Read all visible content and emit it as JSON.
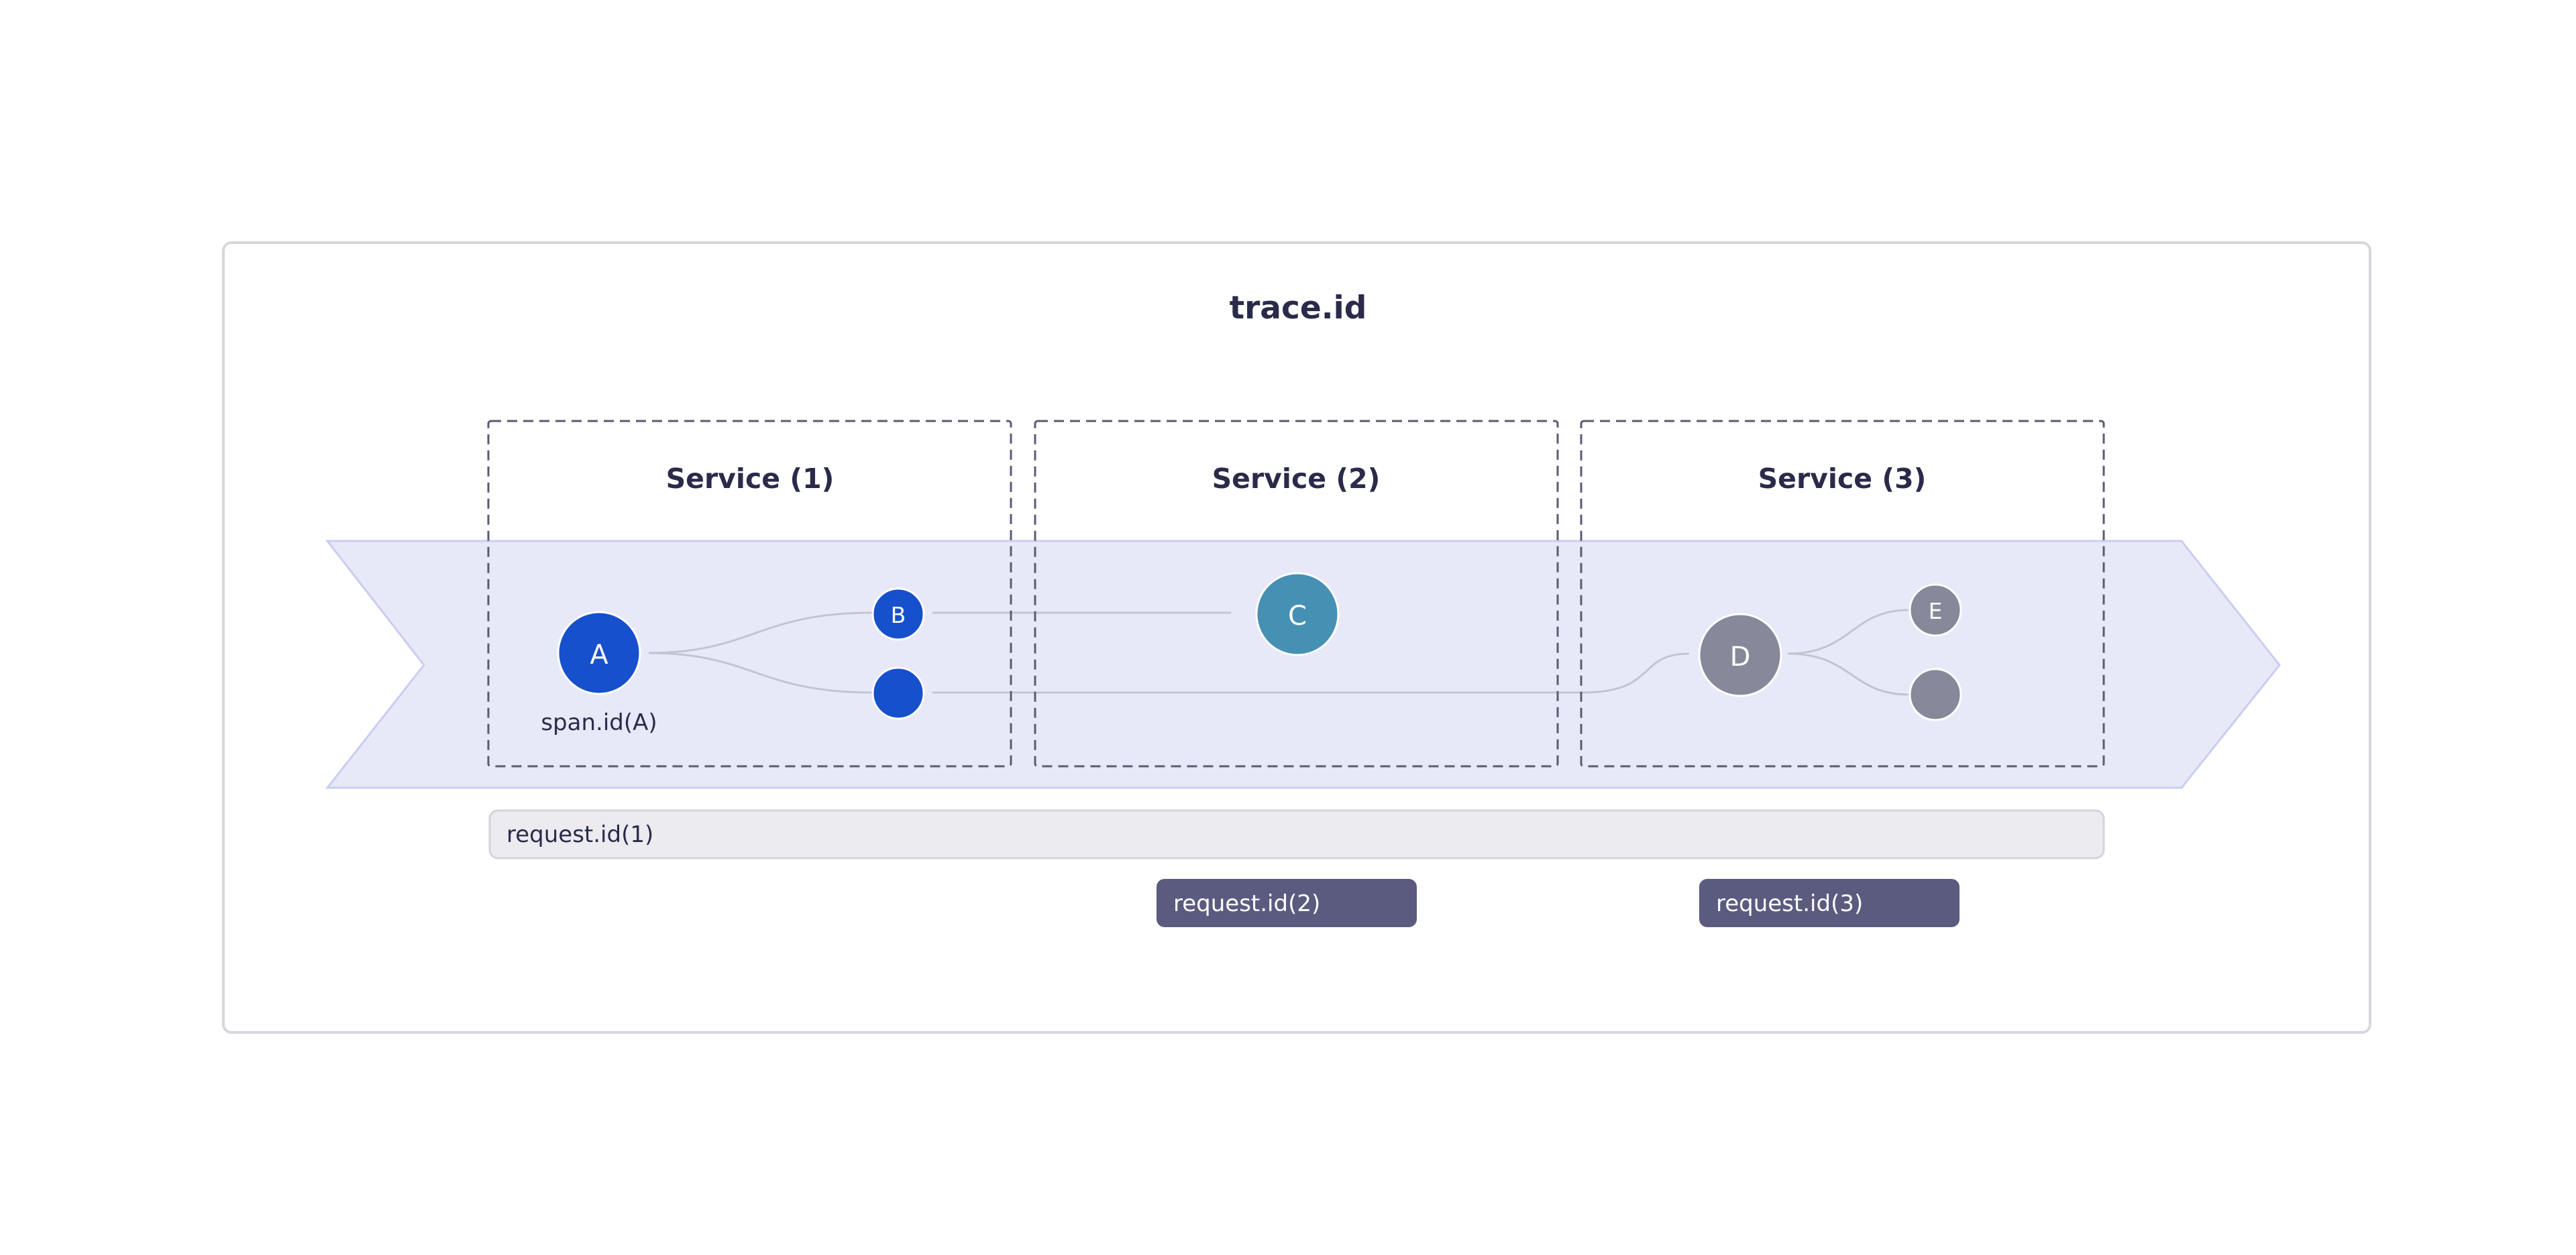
{
  "diagram": {
    "title": "trace.id",
    "services": [
      {
        "label": "Service (1)"
      },
      {
        "label": "Service (2)"
      },
      {
        "label": "Service (3)"
      }
    ],
    "nodes": {
      "a": {
        "label": "A",
        "color": "#1650cc"
      },
      "b": {
        "label": "B",
        "color": "#1650cc"
      },
      "b2": {
        "label": "",
        "color": "#1650cc"
      },
      "c": {
        "label": "C",
        "color": "#4690b4"
      },
      "d": {
        "label": "D",
        "color": "#878899"
      },
      "e": {
        "label": "E",
        "color": "#878899"
      },
      "e2": {
        "label": "",
        "color": "#878899"
      }
    },
    "span_label": "span.id(A)",
    "requests": [
      {
        "label": "request.id(1)"
      },
      {
        "label": "request.id(2)"
      },
      {
        "label": "request.id(3)"
      }
    ],
    "colors": {
      "band_fill": "#e8e9f8",
      "band_stroke": "#c9cdf0",
      "text_dark": "#2a2b4a",
      "pill_dark": "#5b5b80",
      "pill_light": "#ebebf0",
      "connector": "#c4c4d0",
      "dashed_border": "#5a5b70"
    }
  }
}
